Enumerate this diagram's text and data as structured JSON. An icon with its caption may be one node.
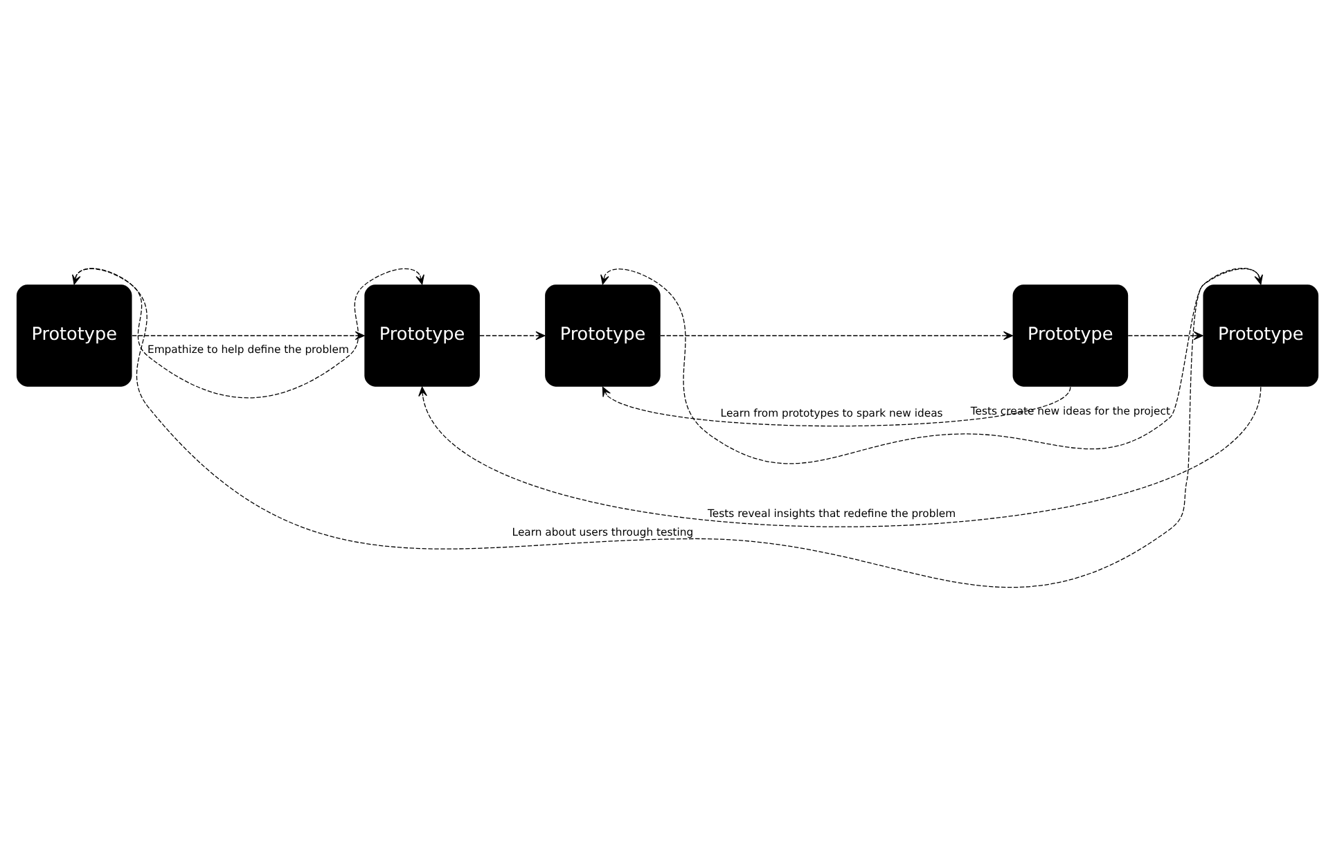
{
  "diagram": {
    "nodes": [
      {
        "text": [
          "Prototype"
        ]
      },
      {
        "text": [
          "Prototype"
        ]
      },
      {
        "text": [
          "Prototype"
        ]
      },
      {
        "text": [
          "Prototype"
        ]
      },
      {
        "text": [
          "Prototype"
        ]
      }
    ],
    "edges": [
      {
        "from": 0,
        "to": 1,
        "arrow": "to",
        "style": "dashed"
      },
      {
        "from": 1,
        "to": 2,
        "arrow": "to",
        "style": "dashed"
      },
      {
        "from": 2,
        "to": 3,
        "arrow": "to",
        "style": "dashed"
      },
      {
        "from": 3,
        "to": 4,
        "arrow": "to",
        "style": "dashed"
      },
      {
        "from": 4,
        "to": 0,
        "arrow": "both",
        "style": "dashed",
        "label": "Learn about users through testing"
      },
      {
        "from": 0,
        "to": 1,
        "arrow": "to",
        "style": "dashed",
        "label": "Empathize to help define the problem"
      },
      {
        "from": 4,
        "to": 2,
        "arrow": "to",
        "style": "dashed",
        "label": "Tests create new ideas for the project"
      },
      {
        "from": 3,
        "to": 2,
        "arrow": "to",
        "style": "dashed",
        "label": "Learn from prototypes to spark new ideas"
      },
      {
        "from": 4,
        "to": 1,
        "arrow": "to",
        "style": "dashed",
        "label": "Tests reveal insights that redefine the problem"
      }
    ]
  }
}
